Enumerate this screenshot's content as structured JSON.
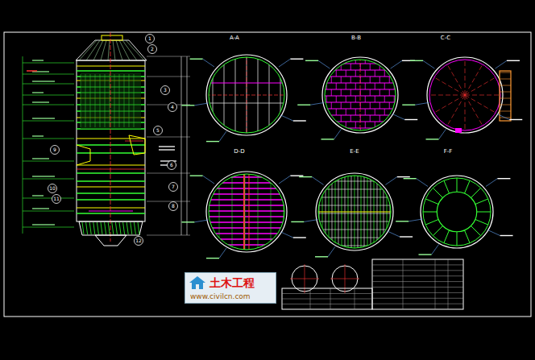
{
  "diagram": {
    "nodes": [
      {
        "text": [
          "土木工程",
          "www.civilcn.com"
        ]
      }
    ],
    "labels": [
      "A-A",
      "B-B",
      "C-C",
      "D-D",
      "E-E",
      "F-F",
      "1",
      "2",
      "3",
      "4",
      "5",
      "6",
      "7",
      "8",
      "9",
      "10",
      "11",
      "12"
    ]
  }
}
